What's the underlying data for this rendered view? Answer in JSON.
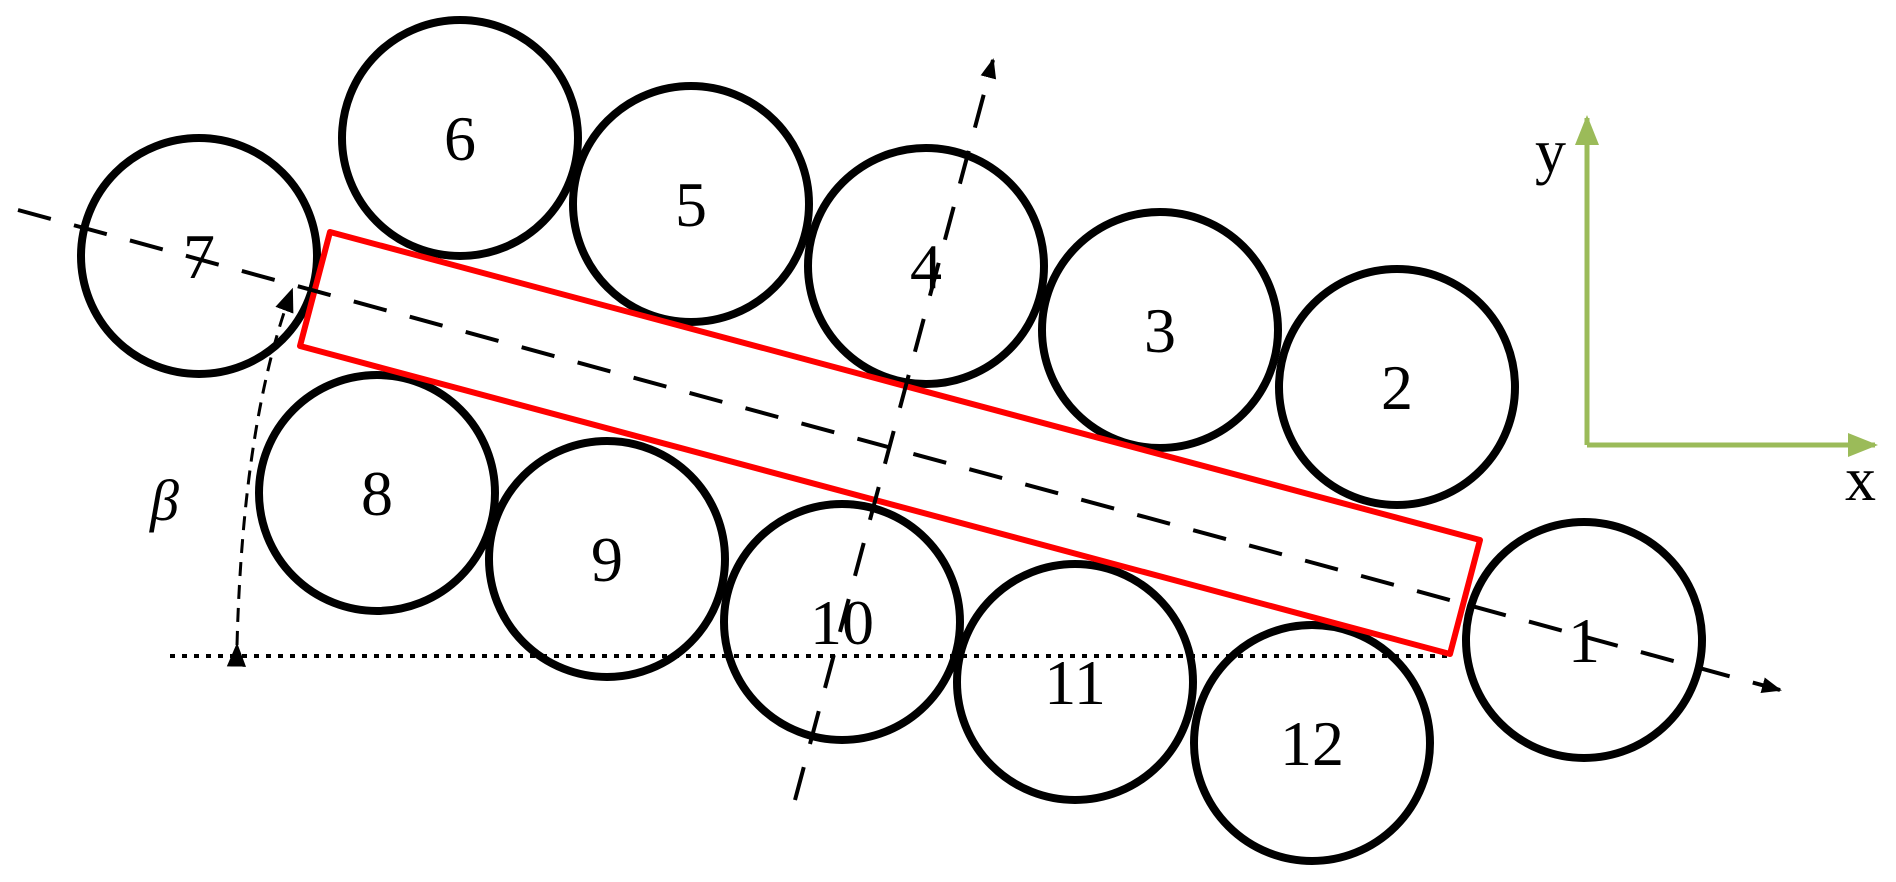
{
  "circles": [
    {
      "label": "1"
    },
    {
      "label": "2"
    },
    {
      "label": "3"
    },
    {
      "label": "4"
    },
    {
      "label": "5"
    },
    {
      "label": "6"
    },
    {
      "label": "7"
    },
    {
      "label": "8"
    },
    {
      "label": "9"
    },
    {
      "label": "10"
    },
    {
      "label": "11"
    },
    {
      "label": "12"
    }
  ],
  "angle": {
    "label": "β"
  },
  "frame": {
    "x_label": "x",
    "y_label": "y"
  },
  "colors": {
    "stroke": "#000000",
    "rectangle": "#ff0000",
    "frame_axes": "#9bbb59"
  }
}
